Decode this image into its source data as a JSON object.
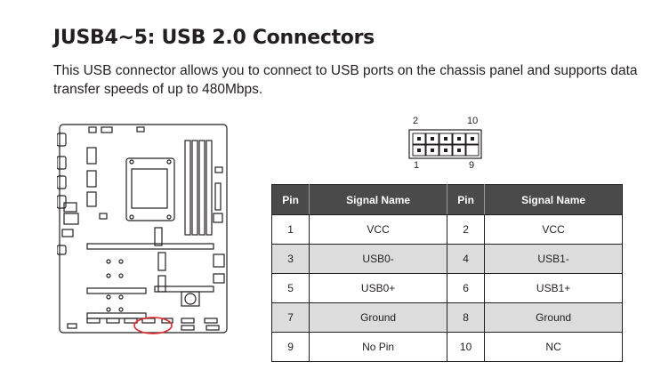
{
  "heading": {
    "title": "JUSB4~5: USB 2.0 Connectors",
    "description": "This USB connector allows you to connect to USB ports on the chassis panel and supports data transfer speeds of up to 480Mbps."
  },
  "header_diagram": {
    "label_top_left": "2",
    "label_top_right": "10",
    "label_bottom_left": "1",
    "label_bottom_right": "9"
  },
  "pin_table": {
    "headers": [
      "Pin",
      "Signal Name",
      "Pin",
      "Signal Name"
    ],
    "rows": [
      [
        "1",
        "VCC",
        "2",
        "VCC"
      ],
      [
        "3",
        "USB0-",
        "4",
        "USB1-"
      ],
      [
        "5",
        "USB0+",
        "6",
        "USB1+"
      ],
      [
        "7",
        "Ground",
        "8",
        "Ground"
      ],
      [
        "9",
        "No Pin",
        "10",
        "NC"
      ]
    ]
  },
  "colors": {
    "header_bg": "#4a4a4a",
    "shaded_row": "#dcdcdc",
    "highlight_circle": "#e0262b"
  }
}
